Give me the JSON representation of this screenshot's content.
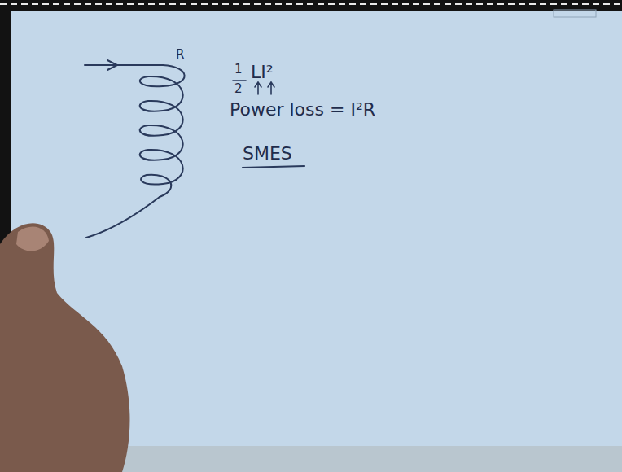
{
  "diagram": {
    "labels": [
      "R",
      "1",
      "2",
      "LI²",
      "Power loss = I²R",
      "SMES"
    ]
  }
}
